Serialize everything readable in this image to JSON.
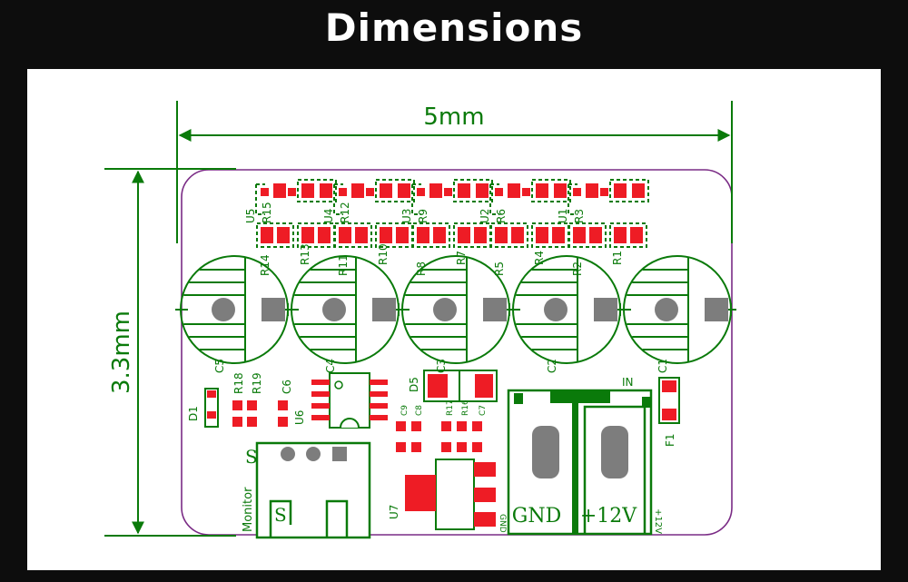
{
  "title": "Dimensions",
  "dimensions": {
    "width": "5mm",
    "height": "3.3mm"
  },
  "capacitors": [
    "C5",
    "C4",
    "C3",
    "C2",
    "C1"
  ],
  "small_caps": [
    "C6",
    "C9",
    "C8",
    "C7"
  ],
  "resistors_upper": [
    "R15",
    "R12",
    "R9",
    "R6",
    "R3"
  ],
  "resistors_lower": [
    "R14",
    "R13",
    "R11",
    "R10",
    "R8",
    "R7",
    "R5",
    "R4",
    "R2",
    "R1"
  ],
  "resistors_misc": [
    "R18",
    "R19",
    "R17",
    "R16"
  ],
  "ics": [
    "U5",
    "U4",
    "U3",
    "U2",
    "U1",
    "U6",
    "U7"
  ],
  "diodes": [
    "D1",
    "D5"
  ],
  "fuse": "F1",
  "terminal": {
    "in_label": "IN",
    "gnd": "GND",
    "v12": "+12V",
    "gnd_small": "GND",
    "v12_small": "+12V"
  },
  "monitor": {
    "label": "Monitor",
    "s_top": "S",
    "s_bottom": "S"
  }
}
